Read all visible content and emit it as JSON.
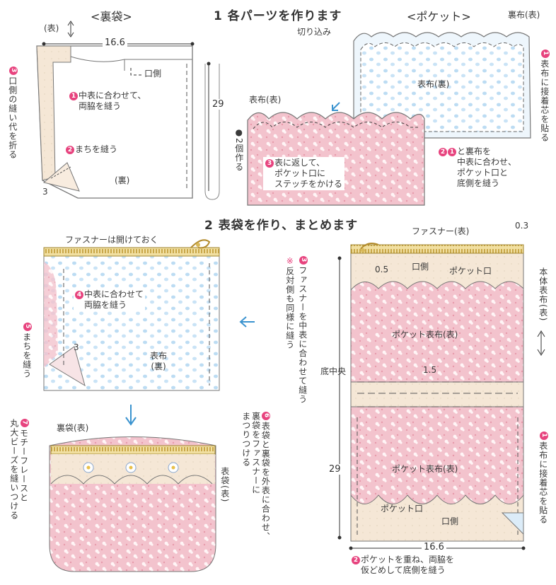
{
  "steps": {
    "step1": "1 各パーツを作ります",
    "step2": "2 表袋を作り、まとめます"
  },
  "titles": {
    "lining_bag": "<裏袋>",
    "pocket": "<ポケット>"
  },
  "lining_bag": {
    "omote": "(表)",
    "width": "16.6",
    "height": "29",
    "kuchigawa": "口側",
    "s1_num": "1",
    "s1_text": "中表に合わせて、\n両脇を縫う",
    "s2_num": "2",
    "s2_text": "まちを縫う",
    "ura": "(裏)",
    "s3_num": "3",
    "s3_text": "口側の縫い代を折る",
    "gusset": "3",
    "make_two": "●2個作る"
  },
  "pocket": {
    "kirikomi": "切り込み",
    "urafu_omote": "裏布(表)",
    "omotefu_ura": "表布(裏)",
    "omotefu_omote": "表布(表)",
    "s1_num": "1",
    "s1_text": "表布に接着芯を貼る",
    "s2_num": "2",
    "s2_text": "と裏布を\n中表に合わせ、\nポケット口と\n底側を縫う",
    "s3_num": "3",
    "s3_text": "表に返して、\nポケット口に\nステッチをかける"
  },
  "step2_left": {
    "zipper_open": "ファスナーは開けておく",
    "s4_num": "4",
    "s4_text": "中表に合わせて\n両脇を縫う",
    "s5_num": "5",
    "s5_text": "まちを縫う",
    "gusset": "3",
    "omotefu_ura": "表布\n(裏)"
  },
  "step2_right": {
    "zipper_omote": "ファスナー(表)",
    "d03": "0.3",
    "d05": "0.5",
    "kuchigawa": "口側",
    "pocket_kuchi": "ポケット口",
    "body_fabric": "本体表布(表)",
    "pocket_fabric": "ポケット表布(表)",
    "d15": "1.5",
    "bottom_center": "底中央",
    "height": "29",
    "width": "16.6",
    "s1_num": "1",
    "s1_text": "表布に接着芯を貼る",
    "s2_num": "2",
    "s2_text": "ポケットを重ね、両脇を\n仮どめして底側を縫う",
    "s3_num": "3",
    "s3_note_mark": "※",
    "s3_text": "ファスナーを中表に合わせて縫う",
    "s3_note": "反対側も同様に縫う"
  },
  "finish": {
    "urabukuro": "裏袋(表)",
    "omotebukuro": "表袋(表)",
    "s6_num": "6",
    "s6_text": "表袋と裏袋を外表に合わせ、\n裏袋をファスナーに\nまつりつける",
    "s7_num": "7",
    "s7_text": "モチーフレースと\n丸大ビーズを縫いつける"
  },
  "colors": {
    "accent": "#e7437e",
    "arrow": "#3a93cf",
    "pink": "#f2b8c4",
    "blue_dots": "#aed3ef",
    "zipper": "#d8b95a",
    "beige": "#f4e6d4"
  }
}
